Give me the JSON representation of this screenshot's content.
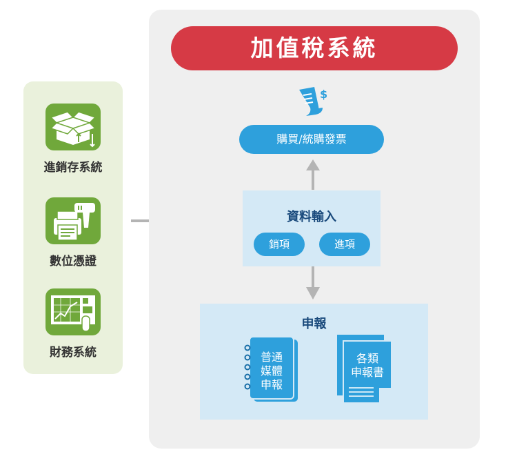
{
  "title": "加值稅系統",
  "sources": [
    {
      "label": "進銷存系統",
      "icon": "package-box-icon"
    },
    {
      "label": "數位憑證",
      "icon": "barcode-scanner-printer-icon"
    },
    {
      "label": "財務系統",
      "icon": "chart-screen-touch-icon"
    }
  ],
  "flow": {
    "receipt_icon": "receipt-dollar-icon",
    "purchase_label": "購買/統購發票",
    "data_input": {
      "title": "資料輸入",
      "items": [
        "銷項",
        "進項"
      ]
    },
    "filing": {
      "title": "申報",
      "documents": [
        {
          "lines": [
            "普通",
            "媒體",
            "申報"
          ],
          "icon": "spiral-notebook-icon"
        },
        {
          "lines": [
            "各類",
            "申報書"
          ],
          "icon": "document-stack-icon"
        }
      ]
    }
  },
  "colors": {
    "title_red": "#d63a45",
    "green": "#70a83b",
    "left_panel_bg": "#eaf1dc",
    "main_panel_bg": "#efefef",
    "blue": "#2ea0dc",
    "light_blue": "#d4e9f6",
    "navy": "#1a4a7c",
    "arrow_gray": "#b4b4b4"
  }
}
